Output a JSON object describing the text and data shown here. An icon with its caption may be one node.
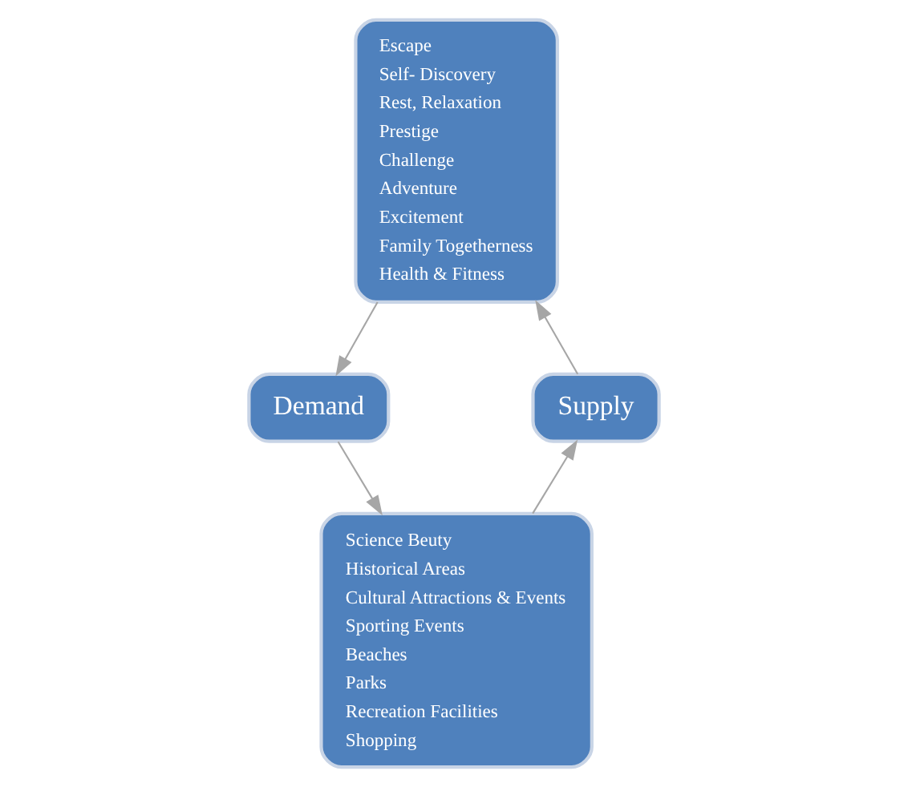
{
  "diagram": {
    "nodes": [
      {
        "text": [
          "Escape",
          "Self- Discovery",
          "Rest, Relaxation",
          "Prestige",
          "Challenge",
          "Adventure",
          "Excitement",
          "Family Togetherness",
          "Health & Fitness"
        ]
      },
      {
        "text": [
          "Supply"
        ]
      },
      {
        "text": [
          "Demand"
        ]
      },
      {
        "text": [
          "Science Beuty",
          "Historical Areas",
          "Cultural Attractions & Events",
          "Sporting Events",
          "Beaches",
          "Parks",
          "Recreation Facilities",
          "Shopping"
        ]
      }
    ],
    "edges": [
      {
        "from": 1,
        "to": 0,
        "arrow": "to"
      },
      {
        "from": 0,
        "to": 2,
        "arrow": "to"
      },
      {
        "from": 2,
        "to": 3,
        "arrow": "to"
      },
      {
        "from": 3,
        "to": 1,
        "arrow": "to"
      }
    ]
  }
}
